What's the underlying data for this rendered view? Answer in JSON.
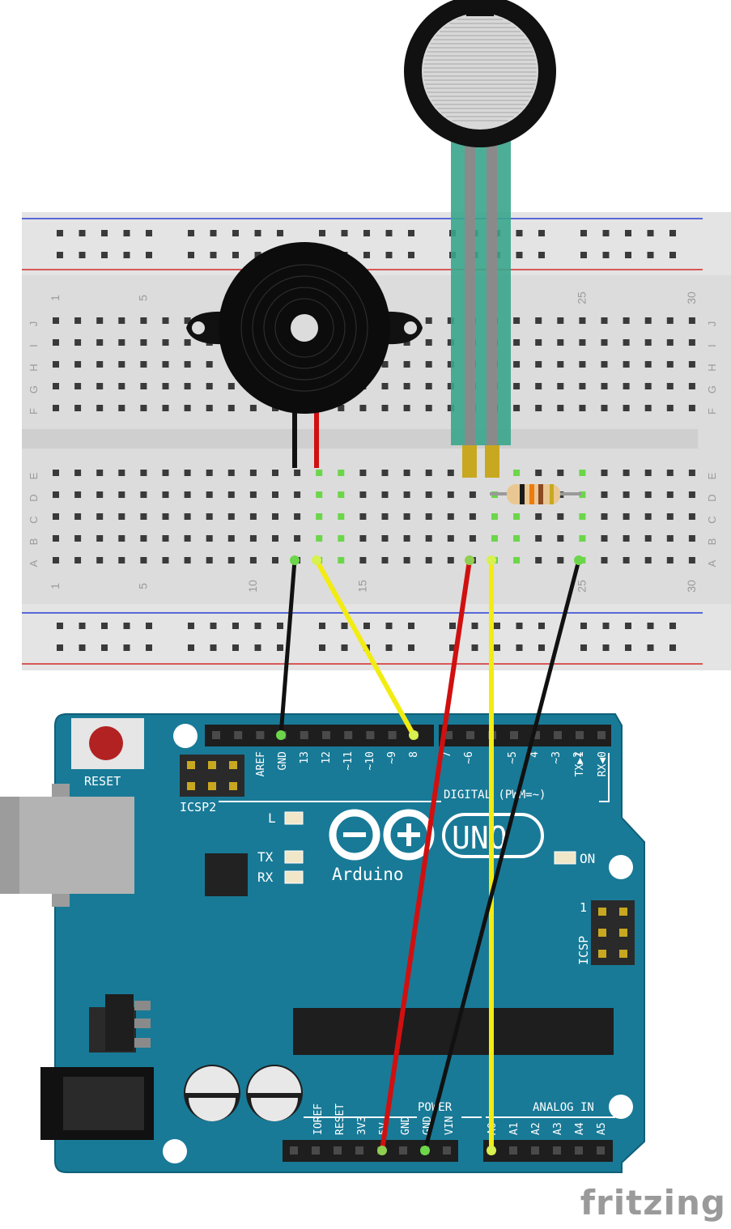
{
  "breadboard": {
    "row_letters_top": [
      "J",
      "I",
      "H",
      "G",
      "F"
    ],
    "row_letters_bottom": [
      "E",
      "D",
      "C",
      "B",
      "A"
    ],
    "column_numbers_top": [
      "1",
      "5",
      "25",
      "30"
    ],
    "column_numbers_bottom": [
      "1",
      "5",
      "10",
      "15",
      "25",
      "30"
    ]
  },
  "arduino": {
    "reset_label": "RESET",
    "icsp2_label": "ICSP2",
    "icsp_label": "ICSP",
    "icsp_pin1_label": "1",
    "digital_header_pins": [
      "AREF",
      "GND",
      "13",
      "12",
      "~11",
      "~10",
      "~9",
      "8",
      "7",
      "~6",
      "~5",
      "4",
      "~3",
      "2",
      "TX▶1",
      "RX◀0"
    ],
    "digital_label": "DIGITAL (PWM=~)",
    "led_l": "L",
    "led_tx": "TX",
    "led_rx": "RX",
    "led_on": "ON",
    "brand": "Arduino",
    "model": "UNO",
    "power_label": "POWER",
    "analog_label": "ANALOG IN",
    "power_pins": [
      "IOREF",
      "RESET",
      "3V3",
      "5V",
      "GND",
      "GND",
      "VIN"
    ],
    "analog_pins": [
      "A0",
      "A1",
      "A2",
      "A3",
      "A4",
      "A5"
    ]
  },
  "colors": {
    "board": "#187a97",
    "board_edge": "#0f5f78",
    "wire_black": "#111111",
    "wire_red": "#d01010",
    "wire_yellow": "#f2ec12",
    "connected_hole": "#6cd64a",
    "breadboard": "#dcdcdc",
    "rail_red": "#d42a2a",
    "rail_blue": "#2a3fd4",
    "fsr_tail": "#3aa58c"
  },
  "watermark": "fritzing"
}
